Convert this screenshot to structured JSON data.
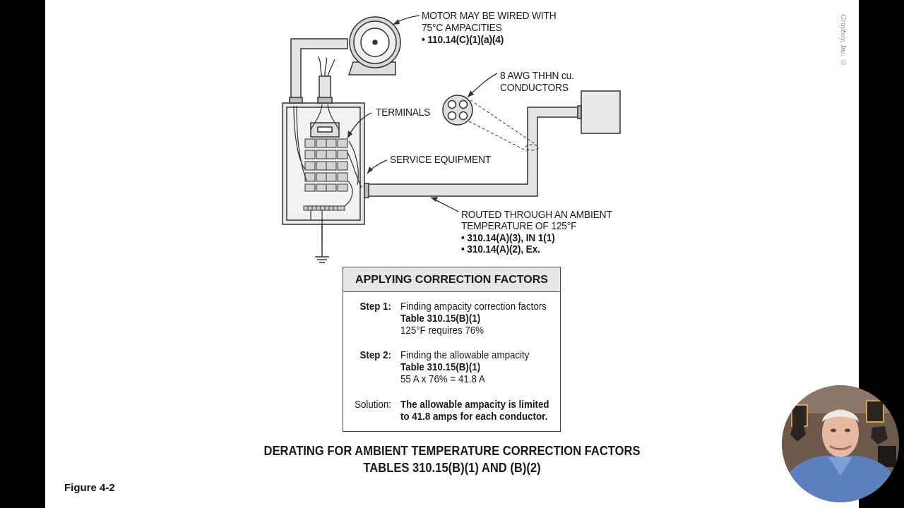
{
  "labels": {
    "motor": [
      "MOTOR MAY BE WIRED WITH",
      "75°C AMPACITIES",
      "• 110.14(C)(1)(a)(4)"
    ],
    "conductors": [
      "8 AWG THHN cu.",
      "CONDUCTORS"
    ],
    "terminals": "TERMINALS",
    "service": "SERVICE EQUIPMENT",
    "routed": [
      "ROUTED THROUGH AN AMBIENT",
      "TEMPERATURE OF 125°F",
      "• 310.14(A)(3), IN 1(1)",
      "• 310.14(A)(2), Ex."
    ]
  },
  "calc": {
    "title": "APPLYING CORRECTION FACTORS",
    "steps": [
      {
        "label": "Step 1:",
        "lines": [
          "Finding ampacity correction factors",
          "Table 310.15(B)(1)",
          "125°F requires 76%"
        ]
      },
      {
        "label": "Step 2:",
        "lines": [
          "Finding the allowable ampacity",
          "Table 310.15(B)(1)",
          "55 A x 76% = 41.8 A"
        ]
      },
      {
        "label": "Solution:",
        "lines": [
          "The allowable ampacity is limited",
          "to 41.8 amps for each conductor."
        ]
      }
    ]
  },
  "figure": {
    "title": [
      "DERATING FOR AMBIENT TEMPERATURE CORRECTION FACTORS",
      "TABLES 310.15(B)(1) AND (B)(2)"
    ],
    "label": "Figure 4-2",
    "copyright": "Grayboy, Inc. ©"
  },
  "colors": {
    "slide_bg": "#ffffff",
    "conduit_fill": "#e4e4e4",
    "line": "#333333"
  }
}
